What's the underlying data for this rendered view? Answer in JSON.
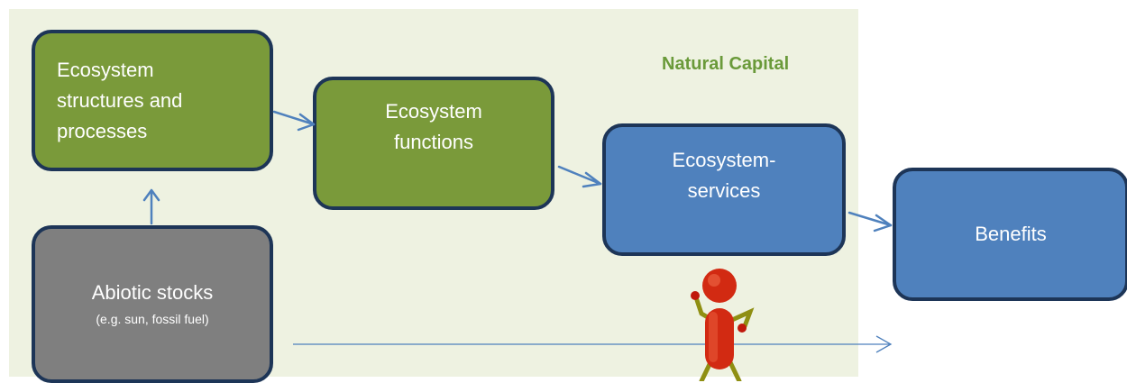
{
  "region": {
    "label": "Natural Capital"
  },
  "boxes": {
    "structures": {
      "label": "Ecosystem\nstructures and\nprocesses"
    },
    "functions": {
      "line1": "Ecosystem",
      "line2": "functions"
    },
    "services": {
      "line1": "Ecosystem-",
      "line2": "services"
    },
    "benefits": {
      "label": "Benefits"
    },
    "abiotic": {
      "title": "Abiotic stocks",
      "subtitle": "(e.g. sun, fossil fuel)"
    }
  },
  "colors": {
    "region_bg": "#eef2e1",
    "green_box": "#7a9a3a",
    "blue_box": "#4f81bd",
    "grey_box": "#7f7f7f",
    "border": "#1d3557",
    "arrow": "#4f81bd",
    "label_green": "#6a9a3a"
  }
}
